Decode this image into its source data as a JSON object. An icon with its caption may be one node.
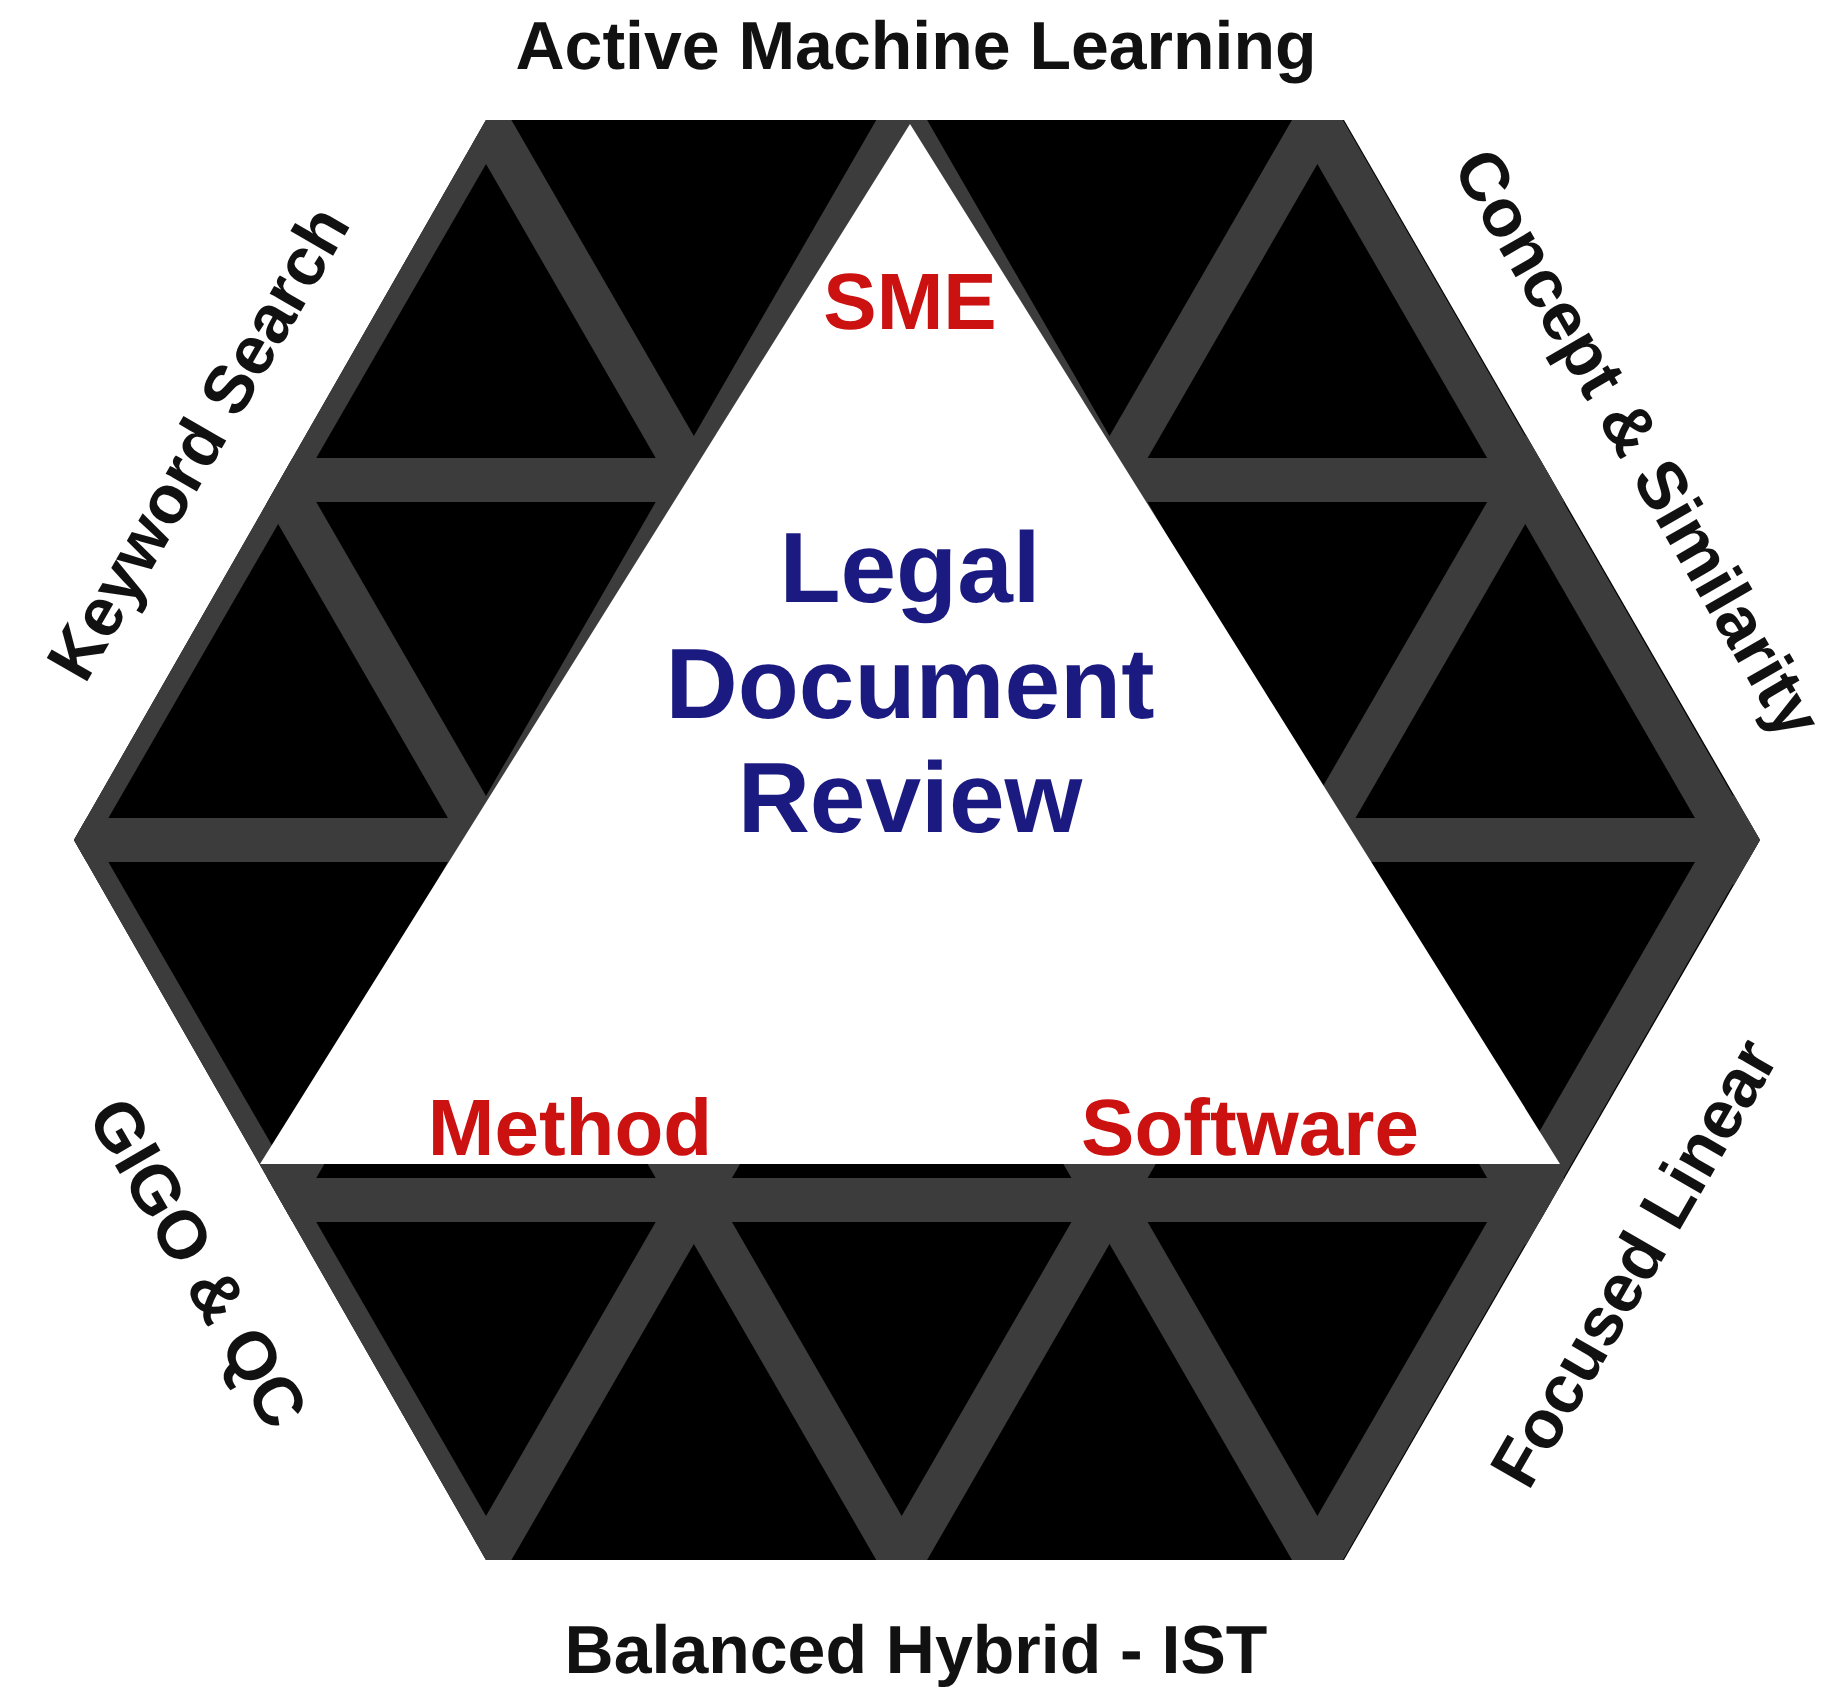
{
  "diagram": {
    "nodes": [
      {
        "text": [
          "SME",
          "Legal Document Review",
          "Method",
          "Software"
        ]
      }
    ],
    "labels": [
      "Active Machine Learning",
      "Keyword Search",
      "Concept & Similarity",
      "GIGO & QC",
      "Focused Linear",
      "Balanced Hybrid - IST"
    ]
  }
}
